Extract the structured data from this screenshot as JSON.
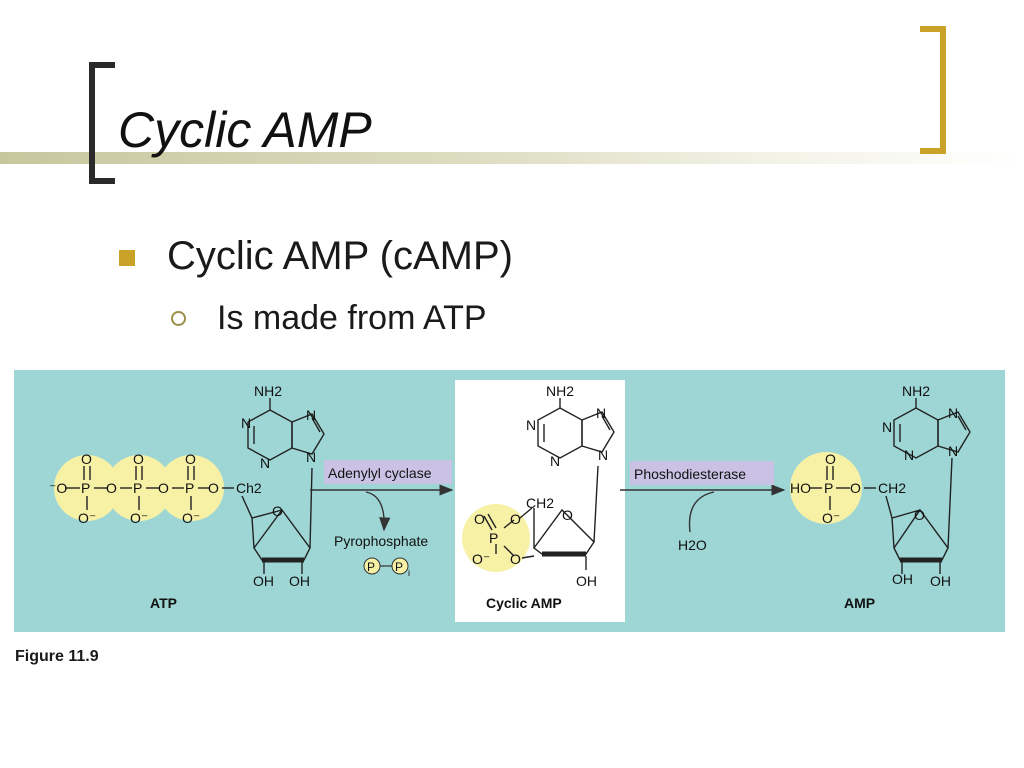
{
  "slide": {
    "title": "Cyclic AMP",
    "bullet_1": "Cyclic AMP (cAMP)",
    "bullet_2": "Is made from ATP"
  },
  "figure": {
    "caption": "Figure 11.9",
    "labels": {
      "atp": "ATP",
      "cyclic_amp": "Cyclic AMP",
      "amp": "AMP",
      "enzyme_1": "Adenylyl cyclase",
      "enzyme_2": "Phoshodiesterase",
      "byproduct": "Pyrophosphate",
      "water": "H2O",
      "amine": "NH2",
      "ch2_atp": "Ch2",
      "ch2": "CH2",
      "ho_p": "HO",
      "oh": "OH",
      "p": "P",
      "pi_label": "i"
    }
  },
  "colors": {
    "figure_bg": "#9dd6d4",
    "phosphate_highlight": "#f7f1a6",
    "enzyme_box": "#c9c2e4",
    "bracket_left": "#2a2a2a",
    "bracket_right": "#c9a227",
    "bullet": "#c9a227"
  }
}
